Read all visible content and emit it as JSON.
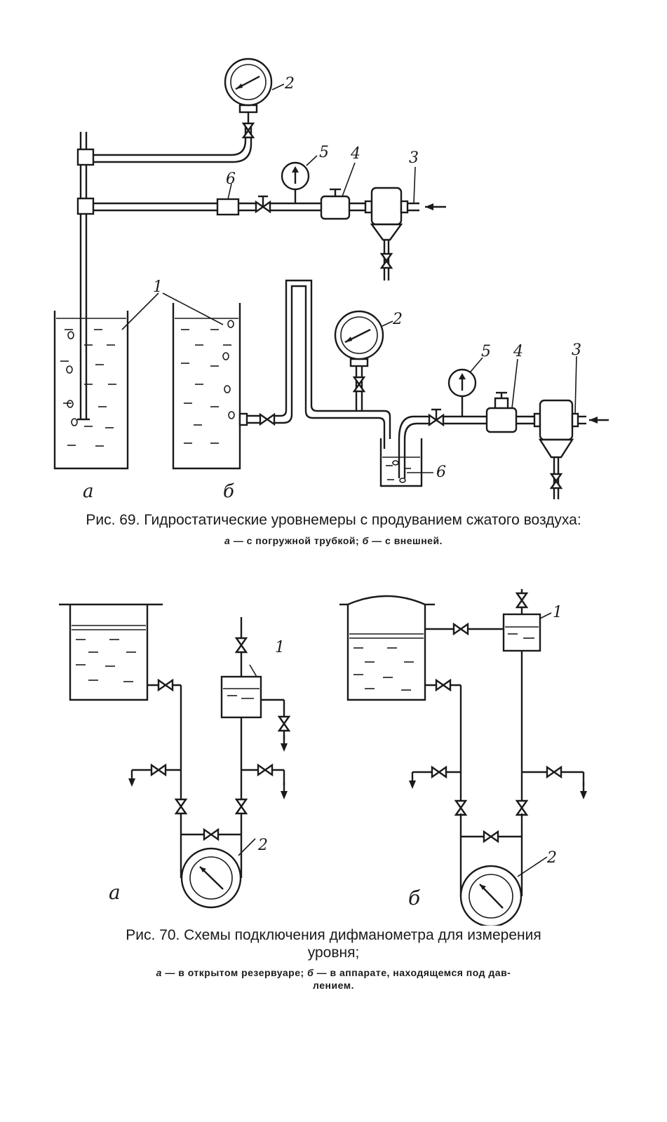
{
  "fig69": {
    "caption": "Рис. 69. Гидростатические уровнемеры с продуванием сжатого воздуха:",
    "sub": {
      "a_letter": "а",
      "a_text": " — с погружной трубкой; ",
      "b_letter": "б",
      "b_text": " — с внешней."
    },
    "labels": {
      "n1": "1",
      "n2": "2",
      "n3": "3",
      "n4": "4",
      "n5": "5",
      "n6": "6",
      "n2b": "2",
      "n3b": "3",
      "n4b": "4",
      "n5b": "5",
      "n6b": "6",
      "a": "а",
      "b": "б"
    }
  },
  "fig70": {
    "caption_line1": "Рис.  70.  Схемы  подключения  дифманометра  для  измерения",
    "caption_line2": "уровня;",
    "sub": {
      "a_letter": "а",
      "a_text": " — в открытом резервуаре; ",
      "b_letter": "б",
      "b_text": " — в аппарате, находящемся под дав-",
      "line2": "лением."
    },
    "labels": {
      "n1a": "1",
      "n2a": "2",
      "n1b": "1",
      "n2b": "2",
      "a": "а",
      "b": "б"
    }
  }
}
